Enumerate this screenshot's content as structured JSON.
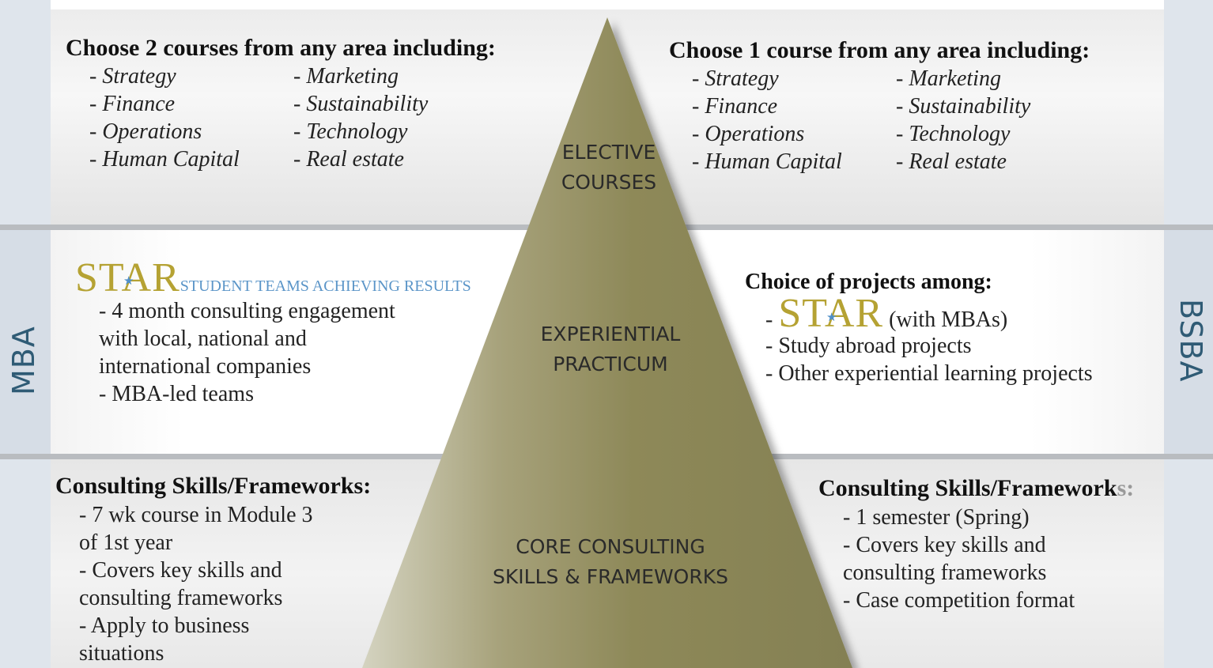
{
  "side_labels": {
    "left": "MBA",
    "right": "BSBA"
  },
  "tiers": {
    "top": {
      "line1": "ELECTIVE",
      "line2": "COURSES"
    },
    "middle": {
      "line1": "EXPERIENTIAL",
      "line2": "PRACTICUM"
    },
    "bottom": {
      "line1": "CORE CONSULTING",
      "line2": "SKILLS & FRAMEWORKS"
    }
  },
  "mba": {
    "electives": {
      "heading": "Choose 2 courses from any area including:",
      "col1": [
        "- Strategy",
        "- Finance",
        "- Operations",
        "- Human Capital"
      ],
      "col2": [
        "- Marketing",
        "- Sustainability",
        "- Technology",
        "- Real estate"
      ]
    },
    "practicum": {
      "star_word": "STAR",
      "star_subtitle": "STUDENT TEAMS ACHIEVING RESULTS",
      "lines": [
        "- 4 month consulting engagement",
        "with local, national and",
        "international companies",
        "- MBA-led teams"
      ]
    },
    "core": {
      "heading": "Consulting Skills/Frameworks:",
      "lines": [
        "- 7 wk course in Module 3",
        "of 1st year",
        "- Covers key skills and",
        "consulting frameworks",
        "- Apply to business",
        "situations"
      ]
    }
  },
  "bsba": {
    "electives": {
      "heading": "Choose 1 course from any area including:",
      "col1": [
        "- Strategy",
        "- Finance",
        "- Operations",
        "- Human Capital"
      ],
      "col2": [
        "- Marketing",
        "- Sustainability",
        "- Technology",
        "- Real estate"
      ]
    },
    "practicum": {
      "heading": "Choice of projects among:",
      "star_prefix": "-",
      "star_word": "STAR",
      "star_suffix": "(with MBAs)",
      "lines": [
        "- Study abroad projects",
        "- Other experiential learning projects"
      ]
    },
    "core": {
      "heading": "Consulting Skills/Framework",
      "heading_tail": "s:",
      "lines": [
        "- 1 semester (Spring)",
        "- Covers key skills and",
        "consulting frameworks",
        "- Case competition format"
      ]
    }
  },
  "colors": {
    "pyramid": "#8a8556",
    "star_gold": "#b5a233",
    "star_blue": "#5b95c8",
    "side_label": "#2f5b75"
  }
}
